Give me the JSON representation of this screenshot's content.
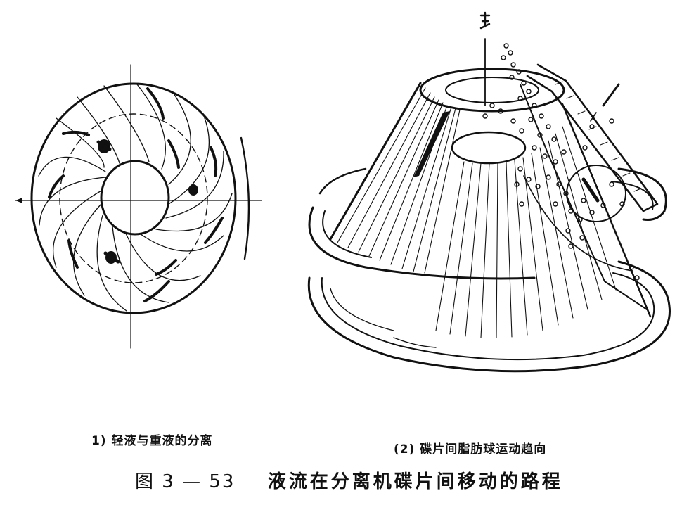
{
  "figure": {
    "number": "图 3 — 53",
    "title": "液流在分离机碟片间移动的路程"
  },
  "subfigures": [
    {
      "caption": "1) 轻液与重液的分离",
      "depicts": "disc plan view with separation paths"
    },
    {
      "caption": "(2) 碟片间脂肪球运动趋向",
      "depicts": "conical disc stack perspective"
    }
  ],
  "colors": {
    "ink": "#111111",
    "paper": "#ffffff"
  }
}
